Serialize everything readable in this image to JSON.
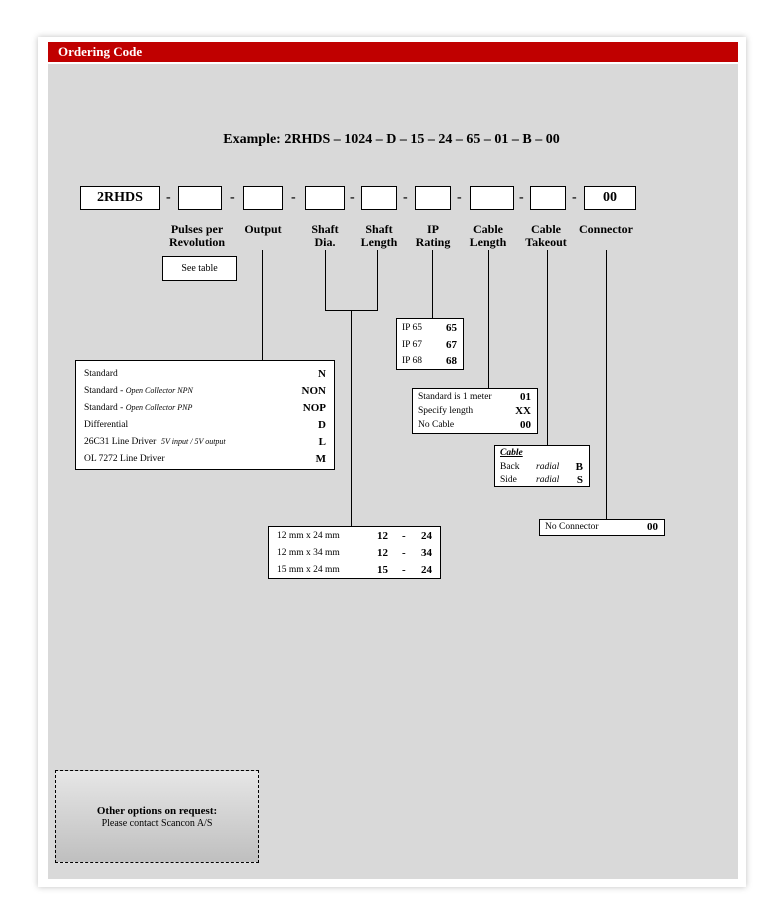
{
  "header": {
    "title": "Ordering Code"
  },
  "example": "Example:  2RHDS – 1024 – D – 15 – 24 – 65 – 01 – B – 00",
  "code": {
    "prefix": "2RHDS",
    "dash": "-",
    "connector_value": "00"
  },
  "fields": [
    {
      "id": "pulses",
      "label_1": "Pulses per",
      "label_2": "Revolution"
    },
    {
      "id": "output",
      "label_1": "Output",
      "label_2": ""
    },
    {
      "id": "shaft-dia",
      "label_1": "Shaft",
      "label_2": "Dia."
    },
    {
      "id": "shaft-length",
      "label_1": "Shaft",
      "label_2": "Length"
    },
    {
      "id": "ip",
      "label_1": "IP",
      "label_2": "Rating"
    },
    {
      "id": "cable-length",
      "label_1": "Cable",
      "label_2": "Length"
    },
    {
      "id": "cable-takeout",
      "label_1": "Cable",
      "label_2": "Takeout"
    },
    {
      "id": "connector",
      "label_1": "Connector",
      "label_2": ""
    }
  ],
  "see_table": "See table",
  "output_options": [
    {
      "text": "Standard",
      "note": "",
      "code": "N"
    },
    {
      "text": "Standard  -",
      "note": "Open Collector  NPN",
      "code": "NON"
    },
    {
      "text": "Standard  -",
      "note": "Open Collector  PNP",
      "code": "NOP"
    },
    {
      "text": "Differential",
      "note": "",
      "code": "D"
    },
    {
      "text": "26C31 Line Driver",
      "note": "5V input / 5V output",
      "code": "L"
    },
    {
      "text": "OL 7272 Line Driver",
      "note": "",
      "code": "M"
    }
  ],
  "ip_options": [
    {
      "text": "IP 65",
      "code": "65"
    },
    {
      "text": "IP 67",
      "code": "67"
    },
    {
      "text": "IP 68",
      "code": "68"
    }
  ],
  "cable_length_options": [
    {
      "text": "Standard is 1 meter",
      "code": "01"
    },
    {
      "text": "Specify length",
      "code": "XX"
    },
    {
      "text": "No Cable",
      "code": "00"
    }
  ],
  "takeout": {
    "title": "Cable",
    "options": [
      {
        "text": "Back",
        "note": "radial",
        "code": "B"
      },
      {
        "text": "Side",
        "note": "radial",
        "code": "S"
      }
    ]
  },
  "connector_options": [
    {
      "text": "No Connector",
      "code": "00"
    }
  ],
  "shaft_options": [
    {
      "text": "12 mm x 24 mm",
      "a": "12",
      "sep": "-",
      "b": "24"
    },
    {
      "text": "12 mm x 34 mm",
      "a": "12",
      "sep": "-",
      "b": "34"
    },
    {
      "text": "15 mm x 24 mm",
      "a": "15",
      "sep": "-",
      "b": "24"
    }
  ],
  "other": {
    "heading": "Other options on request:",
    "sub": "Please contact Scancon A/S"
  }
}
